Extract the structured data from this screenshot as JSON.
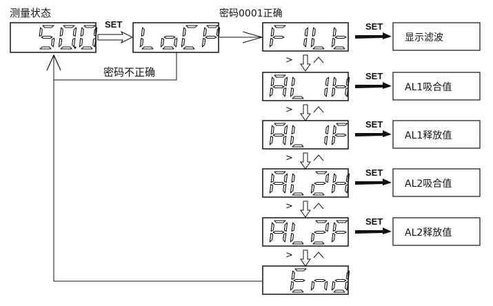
{
  "title": "测量状态",
  "start_display": {
    "text": "50.0",
    "segments": "50.0"
  },
  "lock_display": {
    "text": "LoCP",
    "segments": "LoCP"
  },
  "set_label": "SET",
  "password_ok_label": "密码0001正确",
  "password_fail_label": "密码不正确",
  "nav_hint": {
    "right": ">",
    "down": "⇩",
    "up": "^"
  },
  "menu": [
    {
      "display": "FILt",
      "target": "显示滤波"
    },
    {
      "display": "AL 1H",
      "target": "AL1吸合值"
    },
    {
      "display": "AL 1F",
      "target": "AL1释放值"
    },
    {
      "display": "AL2H",
      "target": "AL2吸合值"
    },
    {
      "display": "AL2F",
      "target": "AL2释放值"
    },
    {
      "display": "End",
      "target": ""
    }
  ],
  "colors": {
    "line": "#111111",
    "background": "#ffffff"
  }
}
